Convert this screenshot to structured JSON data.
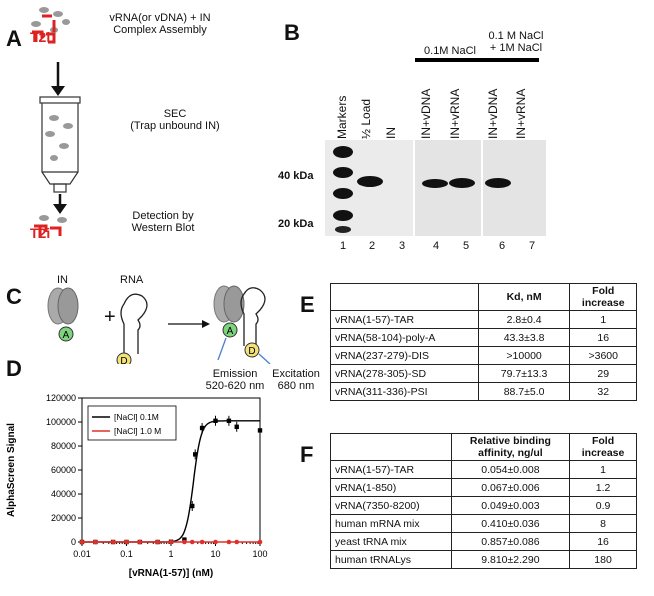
{
  "panelA": {
    "letter": "A",
    "complex_line1": "vRNA(or vDNA) + IN",
    "complex_line2": "Complex Assembly",
    "sec_line1": "SEC",
    "sec_line2": "(Trap unbound IN)",
    "detect_line1": "Detection by",
    "detect_line2": "Western Blot"
  },
  "panelB": {
    "letter": "B",
    "salt_low": "0.1M NaCl",
    "salt_high_line1": "0.1 M NaCl",
    "salt_high_line2": "+ 1M NaCl",
    "lane_labels": [
      "Markers",
      "½ Load",
      "IN",
      "IN+vDNA",
      "IN+vRNA",
      "IN+vDNA",
      "IN+vRNA"
    ],
    "lane_numbers": [
      "1",
      "2",
      "3",
      "4",
      "5",
      "6",
      "7"
    ],
    "mw_40": "40 kDa",
    "mw_20": "20 kDa"
  },
  "panelC": {
    "letter": "C",
    "in_label": "IN",
    "rna_label": "RNA",
    "plus": "+",
    "bead_a": "A",
    "bead_d": "D",
    "emission_line1": "Emission",
    "emission_line2": "520-620 nm",
    "excitation_line1": "Excitation",
    "excitation_line2": "680 nm"
  },
  "panelD": {
    "letter": "D"
  },
  "chart_data": {
    "type": "line",
    "xlabel": "[vRNA(1-57)] (nM)",
    "ylabel": "AlphaScreen Signal",
    "xscale": "log",
    "xlim": [
      0.01,
      100
    ],
    "ylim": [
      0,
      120000
    ],
    "xticks": [
      "0.01",
      "0.1",
      "1",
      "10",
      "100"
    ],
    "yticks": [
      "0",
      "20000",
      "40000",
      "60000",
      "80000",
      "100000",
      "120000"
    ],
    "legend_position": "top-left",
    "series": [
      {
        "name": "[NaCl] 0.1M",
        "color": "#000000",
        "points": [
          [
            0.01,
            0
          ],
          [
            0.02,
            0
          ],
          [
            0.05,
            0
          ],
          [
            0.1,
            0
          ],
          [
            0.2,
            0
          ],
          [
            0.5,
            0
          ],
          [
            1,
            200
          ],
          [
            2,
            2000
          ],
          [
            3,
            30000
          ],
          [
            3.5,
            73000
          ],
          [
            5,
            95000
          ],
          [
            10,
            101000
          ],
          [
            20,
            101000
          ],
          [
            30,
            96000
          ],
          [
            100,
            93000
          ]
        ],
        "fit": {
          "bottom": 0,
          "top": 101000,
          "ec50": 3.2,
          "hill": 5
        }
      },
      {
        "name": "[NaCl] 1.0 M",
        "color": "#e0302a",
        "points": [
          [
            0.01,
            0
          ],
          [
            0.02,
            0
          ],
          [
            0.05,
            0
          ],
          [
            0.1,
            0
          ],
          [
            0.2,
            0
          ],
          [
            0.5,
            0
          ],
          [
            1,
            0
          ],
          [
            2,
            0
          ],
          [
            3,
            0
          ],
          [
            5,
            0
          ],
          [
            10,
            0
          ],
          [
            20,
            0
          ],
          [
            30,
            0
          ],
          [
            100,
            0
          ]
        ]
      }
    ]
  },
  "panelE": {
    "letter": "E",
    "headers": [
      "",
      "Kd, nM",
      "Fold increase"
    ],
    "rows": [
      [
        "vRNA(1-57)-TAR",
        "2.8±0.4",
        "1"
      ],
      [
        "vRNA(58-104)-poly-A",
        "43.3±3.8",
        "16"
      ],
      [
        "vRNA(237-279)-DIS",
        ">10000",
        ">3600"
      ],
      [
        "vRNA(278-305)-SD",
        "79.7±13.3",
        "29"
      ],
      [
        "vRNA(311-336)-PSI",
        "88.7±5.0",
        "32"
      ]
    ]
  },
  "panelF": {
    "letter": "F",
    "headers": [
      "",
      "Relative binding affinity, ng/ul",
      "Fold increase"
    ],
    "rows": [
      [
        "vRNA(1-57)-TAR",
        "0.054±0.008",
        "1"
      ],
      [
        "vRNA(1-850)",
        "0.067±0.006",
        "1.2"
      ],
      [
        "vRNA(7350-8200)",
        "0.049±0.003",
        "0.9"
      ],
      [
        "human mRNA mix",
        "0.410±0.036",
        "8"
      ],
      [
        "yeast tRNA mix",
        "0.857±0.086",
        "16"
      ],
      [
        "human tRNALys",
        "9.810±2.290",
        "180"
      ]
    ]
  }
}
